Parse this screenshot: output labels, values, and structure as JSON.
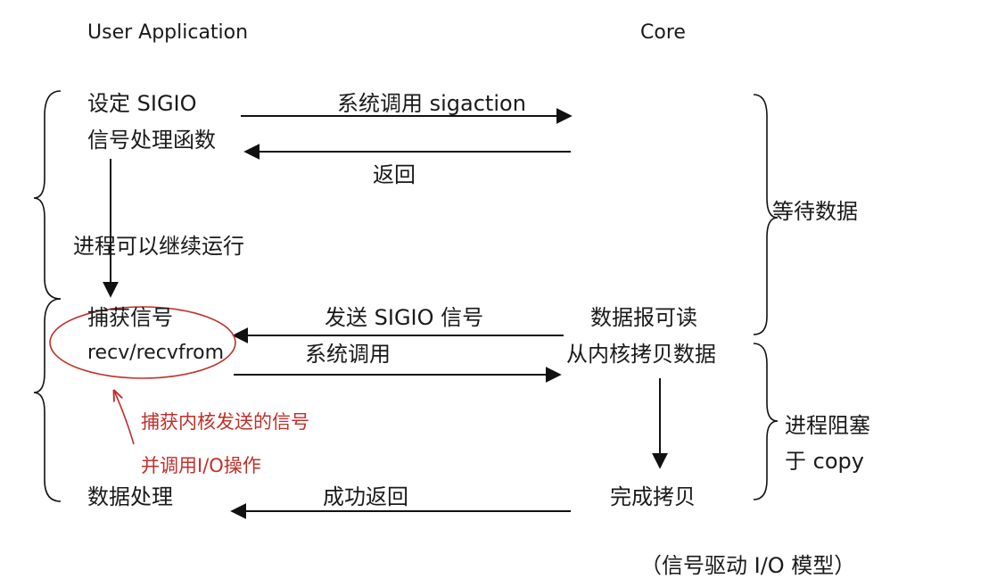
{
  "headers": {
    "user_application": "User Application",
    "core": "Core"
  },
  "steps": {
    "set_sigio_line1": "设定 SIGIO",
    "set_sigio_line2": "信号处理函数",
    "syscall_sigaction": "系统调用 sigaction",
    "return": "返回",
    "process_continues": "进程可以继续运行",
    "capture_signal": "捕获信号",
    "recvfrom": "recv/recvfrom",
    "send_sigio": "发送 SIGIO 信号",
    "syscall": "系统调用",
    "datagram_readable": "数据报可读",
    "copy_from_kernel": "从内核拷贝数据",
    "data_processing": "数据处理",
    "return_success": "成功返回",
    "copy_complete": "完成拷贝"
  },
  "phases": {
    "wait_data": "等待数据",
    "blocked_line1": "进程阻塞",
    "blocked_line2": "于 copy"
  },
  "annotation": {
    "line1": "捕获内核发送的信号",
    "line2": "并调用I/O操作",
    "color": "#c0302a"
  },
  "caption": "（信号驱动 I/O 模型）"
}
